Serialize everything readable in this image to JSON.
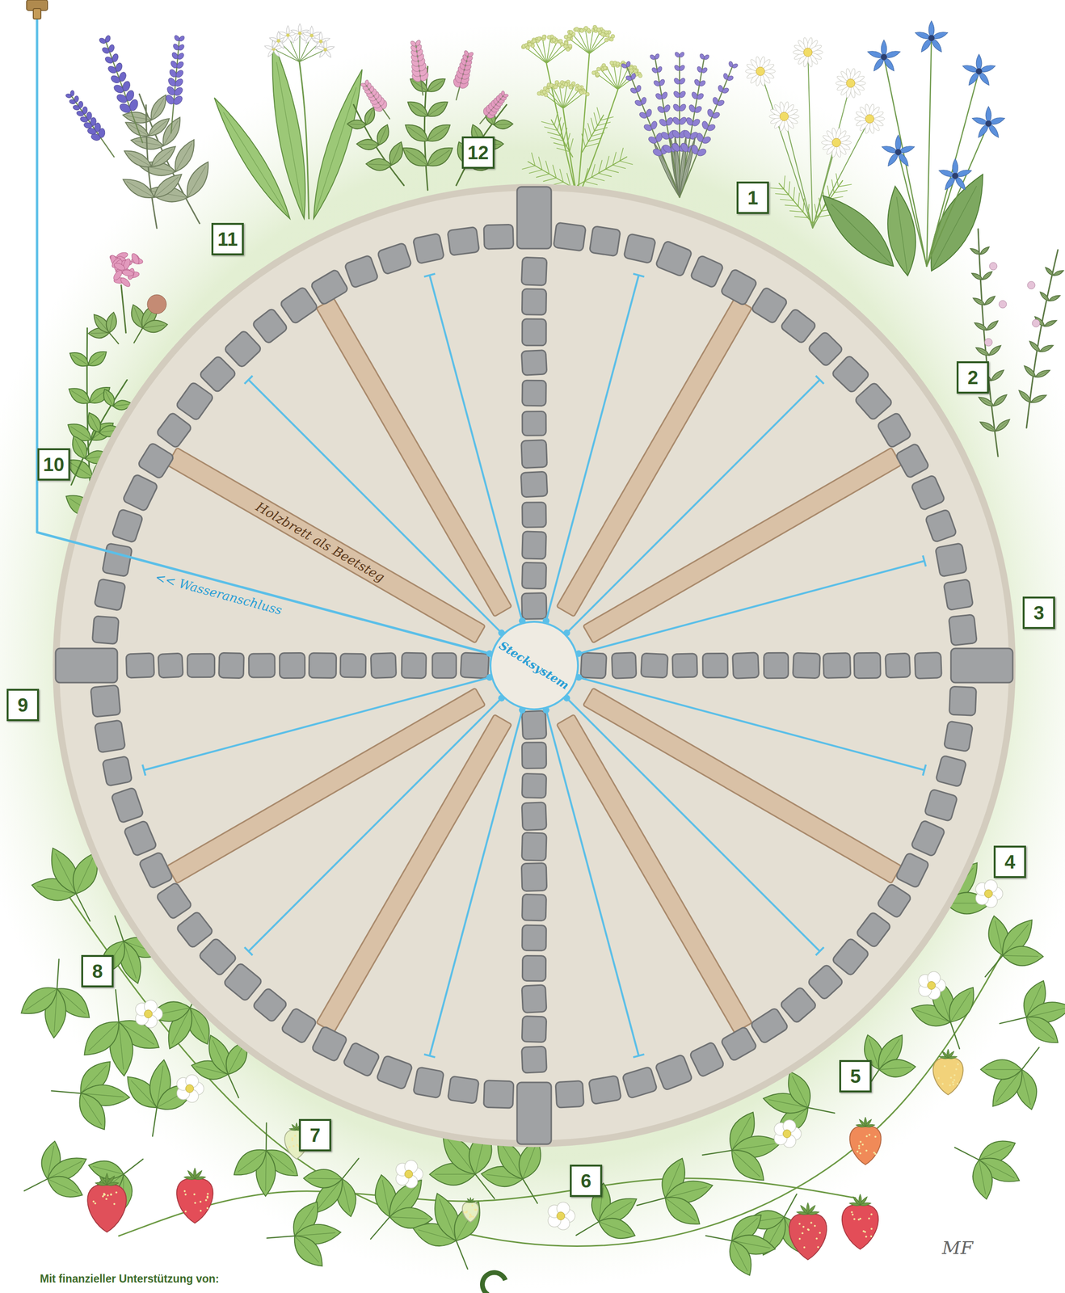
{
  "diagram": {
    "nodes": [
      {
        "text": [
          "Stecksystem"
        ]
      }
    ],
    "labels": [
      "1",
      "2",
      "3",
      "4",
      "5",
      "6",
      "7",
      "8",
      "9",
      "10",
      "11",
      "12",
      "Holzbrett als Beetsteg",
      "<< Wasseranschluss",
      "Mit finanzieller Unterstützung von:",
      "MF"
    ]
  }
}
